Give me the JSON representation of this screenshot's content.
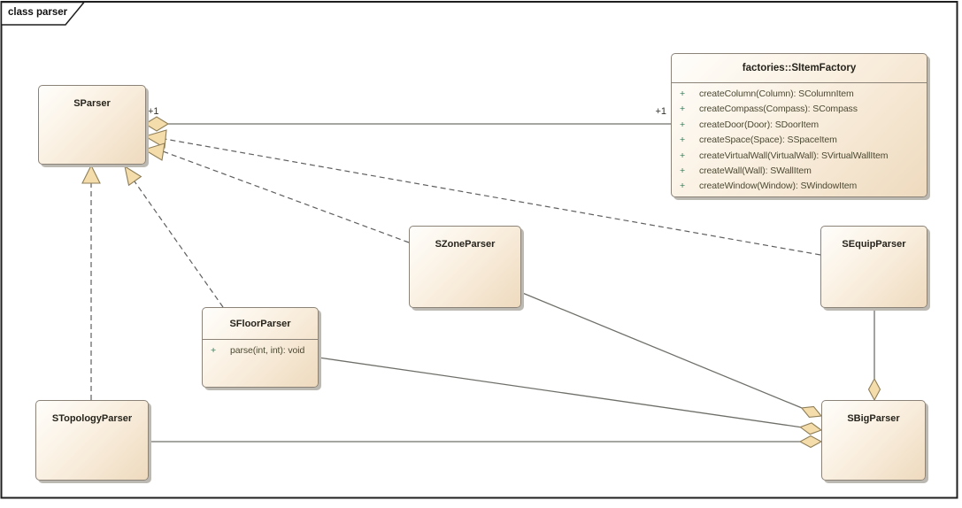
{
  "frame": {
    "label": "class parser"
  },
  "colors": {
    "box_fill_start": "#fffefb",
    "box_fill_end": "#eedabe",
    "box_border": "#8c8378",
    "box_shadow": "#bcb9b3",
    "title_text": "#26241c",
    "visibility_text": "#2e7d5a",
    "method_text": "#4b4932",
    "solid_line": "#6f6f6a",
    "dashed_line": "#5f5f5f",
    "arrow_fill": "#f4dcab",
    "arrow_stroke": "#8f7f58",
    "frame_border": "#1f1f1f"
  },
  "classes": [
    {
      "name": "SParser",
      "methods": []
    },
    {
      "name": "factories::SItemFactory",
      "methods": [
        {
          "vis": "+",
          "sig": "createColumn(Column): SColumnItem"
        },
        {
          "vis": "+",
          "sig": "createCompass(Compass): SCompass"
        },
        {
          "vis": "+",
          "sig": "createDoor(Door): SDoorItem"
        },
        {
          "vis": "+",
          "sig": "createSpace(Space): SSpaceItem"
        },
        {
          "vis": "+",
          "sig": "createVirtualWall(VirtualWall): SVirtualWallItem"
        },
        {
          "vis": "+",
          "sig": "createWall(Wall): SWallItem"
        },
        {
          "vis": "+",
          "sig": "createWindow(Window): SWindowItem"
        }
      ]
    },
    {
      "name": "SZoneParser",
      "methods": []
    },
    {
      "name": "SEquipParser",
      "methods": []
    },
    {
      "name": "SFloorParser",
      "methods": [
        {
          "vis": "+",
          "sig": "parse(int, int): void"
        }
      ]
    },
    {
      "name": "STopologyParser",
      "methods": []
    },
    {
      "name": "SBigParser",
      "methods": []
    }
  ],
  "relationships": [
    {
      "type": "aggregation",
      "from": "SParser",
      "to": "factories::SItemFactory",
      "from_multiplicity": "+1",
      "to_multiplicity": "+1"
    },
    {
      "type": "realization",
      "from": "SEquipParser",
      "to": "SParser"
    },
    {
      "type": "realization",
      "from": "SZoneParser",
      "to": "SParser"
    },
    {
      "type": "realization",
      "from": "STopologyParser",
      "to": "SParser"
    },
    {
      "type": "realization",
      "from": "SFloorParser",
      "to": "SParser"
    },
    {
      "type": "aggregation",
      "from": "SBigParser",
      "to": "SZoneParser"
    },
    {
      "type": "aggregation",
      "from": "SBigParser",
      "to": "SFloorParser"
    },
    {
      "type": "aggregation",
      "from": "SBigParser",
      "to": "STopologyParser"
    },
    {
      "type": "aggregation",
      "from": "SBigParser",
      "to": "SEquipParser"
    }
  ]
}
